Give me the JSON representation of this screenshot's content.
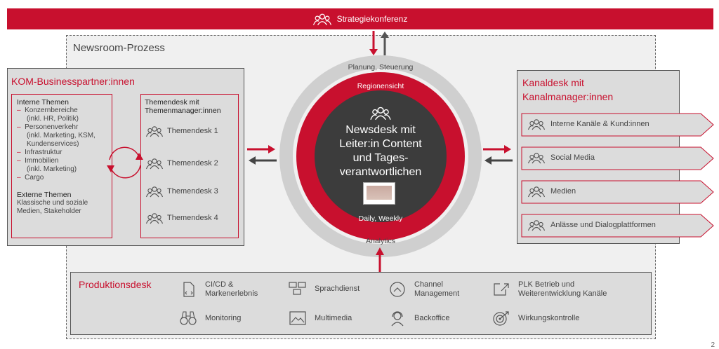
{
  "header": {
    "title": "Strategiekonferenz"
  },
  "newsroom": {
    "label": "Newsroom-Prozess"
  },
  "kom": {
    "title": "KOM-Businesspartner:innen",
    "internal": {
      "heading": "Interne Themen",
      "items": [
        "Konzernbereiche",
        "(inkl. HR, Politik)",
        "Personenverkehr",
        "(inkl. Marketing, KSM,",
        "Kundenservices)",
        "Infrastruktur",
        "Immobilien",
        "(inkl. Marketing)",
        "Cargo"
      ]
    },
    "external": {
      "heading": "Externe Themen",
      "lines": [
        "Klassische und soziale",
        "Medien, Stakeholder"
      ]
    },
    "themendesk": {
      "heading_line1": "Themendesk mit",
      "heading_line2": "Themenmanager:innen",
      "items": [
        "Themendesk 1",
        "Themendesk 2",
        "Themendesk 3",
        "Themendesk 4"
      ]
    }
  },
  "center": {
    "outer_top": "Planung, Steuerung",
    "outer_bottom": "Analytics",
    "red_top": "Regionensicht",
    "red_bottom": "Daily, Weekly",
    "lines": [
      "Newsdesk mit",
      "Leiter:in Content",
      "und Tages-",
      "verantwortlichen"
    ]
  },
  "kanal": {
    "title_line1": "Kanaldesk mit",
    "title_line2": "Kanalmanager:innen",
    "items": [
      "Interne Kanäle & Kund:innen",
      "Social Media",
      "Medien",
      "Anlässe und Dialogplattformen"
    ]
  },
  "produktion": {
    "title": "Produktionsdesk",
    "items": [
      {
        "icon": "document-code-icon",
        "lines": [
          "CI/CD &",
          "Markenerlebnis"
        ]
      },
      {
        "icon": "speech-bubbles-icon",
        "lines": [
          "Sprachdienst"
        ]
      },
      {
        "icon": "chevron-circle-icon",
        "lines": [
          "Channel",
          "Management"
        ]
      },
      {
        "icon": "external-link-icon",
        "lines": [
          "PLK Betrieb und",
          "Weiterentwicklung Kanäle"
        ]
      },
      {
        "icon": "binoculars-icon",
        "lines": [
          "Monitoring"
        ]
      },
      {
        "icon": "image-icon",
        "lines": [
          "Multimedia"
        ]
      },
      {
        "icon": "headset-icon",
        "lines": [
          "Backoffice"
        ]
      },
      {
        "icon": "target-icon",
        "lines": [
          "Wirkungskontrolle"
        ]
      }
    ]
  },
  "colors": {
    "accent": "#c8102e",
    "panel": "#dcdcdc",
    "ring": "#cfcfcf",
    "core": "#3c3c3c"
  },
  "page_number": "2"
}
